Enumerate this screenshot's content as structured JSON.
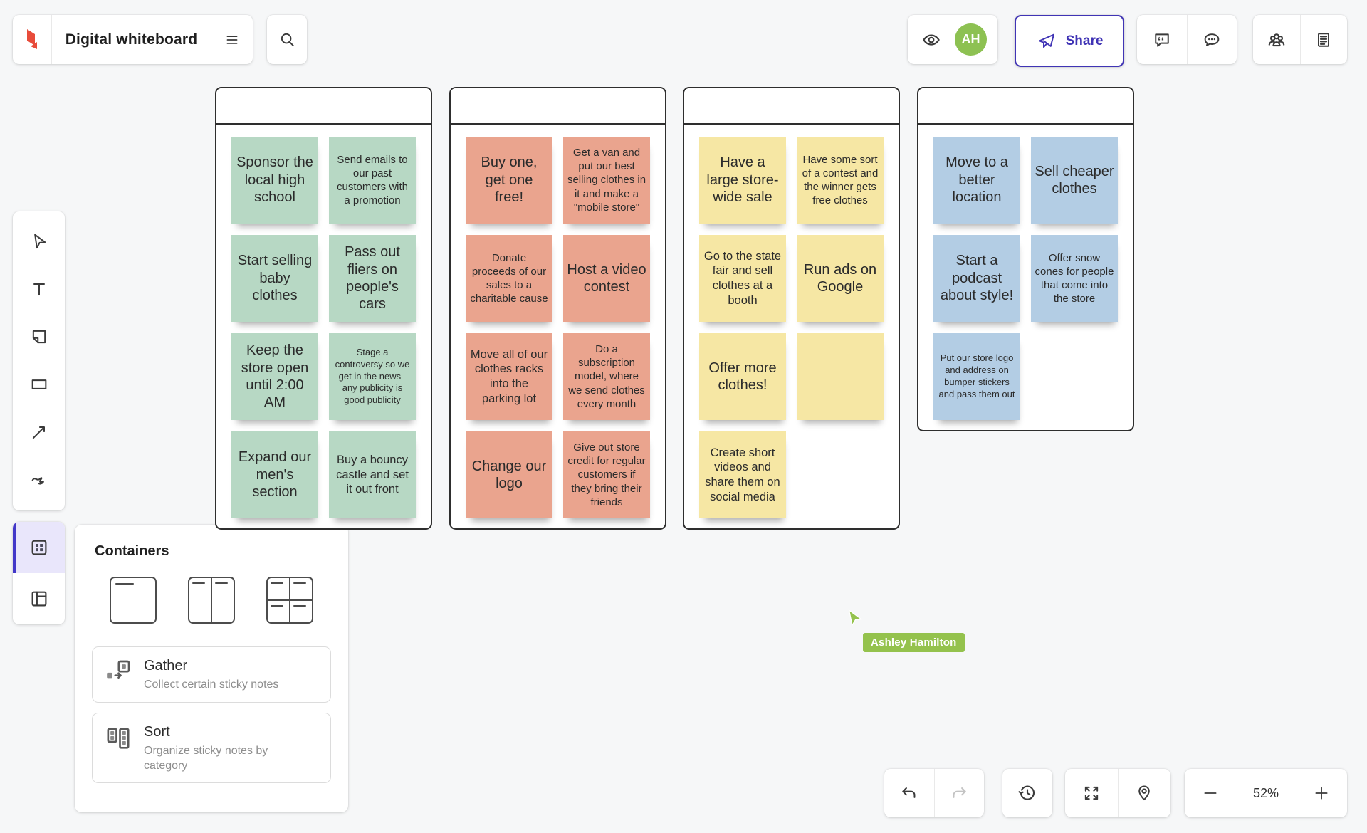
{
  "app": {
    "title": "Digital whiteboard",
    "share_label": "Share",
    "avatar_initials": "AH"
  },
  "colors": {
    "accent_indigo": "#4034b5",
    "logo_red": "#e84c3b",
    "presence_green": "#94c24d",
    "avatar_green": "#8dc152",
    "note_green": "#b7d8c4",
    "note_salmon": "#eaa48e",
    "note_yellow": "#f6e7a4",
    "note_blue": "#b3cde4"
  },
  "header_icons": [
    "menu-icon",
    "search-icon",
    "eye-icon",
    "paper-plane-icon",
    "comment-quote-icon",
    "comment-dots-icon",
    "people-icon",
    "notes-icon"
  ],
  "toolbar_left": {
    "tools": [
      "select-cursor-icon",
      "text-icon",
      "sticky-note-icon",
      "shape-icon",
      "line-arrow-icon",
      "pen-icon"
    ],
    "secondary_tools": [
      "containers-grid-icon",
      "layout-icon"
    ],
    "active_tool": "containers-grid-icon"
  },
  "containers_panel": {
    "title": "Containers",
    "layouts": [
      "single-container",
      "two-column-container",
      "four-cell-container"
    ],
    "actions": [
      {
        "name": "Gather",
        "description": "Collect certain sticky notes",
        "icon": "gather-icon"
      },
      {
        "name": "Sort",
        "description": "Organize sticky notes by category",
        "icon": "sort-icon"
      }
    ]
  },
  "board": {
    "columns": [
      {
        "title": "",
        "color": "#b7d8c4",
        "notes": [
          {
            "text": "Sponsor the local high school",
            "size": "lg"
          },
          {
            "text": "Send emails to our past customers with a promotion",
            "size": "md"
          },
          {
            "text": "Start selling baby clothes",
            "size": "lg"
          },
          {
            "text": "Pass out fliers on people's cars",
            "size": "lg"
          },
          {
            "text": "Keep the store open until 2:00 AM",
            "size": "lg"
          },
          {
            "text": "Stage a controversy so we get in the news–any publicity is good publicity",
            "size": "sm"
          },
          {
            "text": "Expand our men's section",
            "size": "lg"
          },
          {
            "text": "Buy a bouncy castle and set it out front",
            "size": "ml"
          }
        ]
      },
      {
        "title": "",
        "color": "#eaa48e",
        "notes": [
          {
            "text": "Buy one, get one free!",
            "size": "lg"
          },
          {
            "text": "Get a van and put our best selling clothes in it and make a \"mobile store\"",
            "size": "md"
          },
          {
            "text": "Donate proceeds of our sales to a charitable cause",
            "size": "md"
          },
          {
            "text": "Host a video contest",
            "size": "lg"
          },
          {
            "text": "Move all of our clothes racks into the parking lot",
            "size": "ml"
          },
          {
            "text": "Do a subscription model, where we send clothes every month",
            "size": "md"
          },
          {
            "text": "Change our logo",
            "size": "lg"
          },
          {
            "text": "Give out store credit for regular customers if they bring their friends",
            "size": "md"
          }
        ]
      },
      {
        "title": "",
        "color": "#f6e7a4",
        "notes": [
          {
            "text": "Have a large store-wide sale",
            "size": "lg"
          },
          {
            "text": "Have some sort of a contest and the winner gets free clothes",
            "size": "md"
          },
          {
            "text": "Go to the state fair and sell clothes at a booth",
            "size": "ml"
          },
          {
            "text": "Run ads on Google",
            "size": "lg"
          },
          {
            "text": "Offer more clothes!",
            "size": "lg"
          },
          {
            "text": "",
            "size": "md"
          },
          {
            "text": "Create short videos and share them on social media",
            "size": "ml"
          }
        ]
      },
      {
        "title": "",
        "color": "#b3cde4",
        "notes": [
          {
            "text": "Move to a better location",
            "size": "lg"
          },
          {
            "text": "Sell cheaper clothes",
            "size": "lg"
          },
          {
            "text": "Start a podcast about style!",
            "size": "lg"
          },
          {
            "text": "Offer snow cones for people that come into the store",
            "size": "md"
          },
          {
            "text": "Put our store logo and address on bumper stickers and pass them out",
            "size": "sm"
          }
        ]
      }
    ]
  },
  "presence": {
    "user_name": "Ashley Hamilton"
  },
  "footer": {
    "zoom_level": "52%",
    "icons": [
      "undo-icon",
      "redo-icon",
      "history-icon",
      "expand-icon",
      "pin-icon",
      "zoom-out-icon",
      "zoom-in-icon"
    ]
  }
}
